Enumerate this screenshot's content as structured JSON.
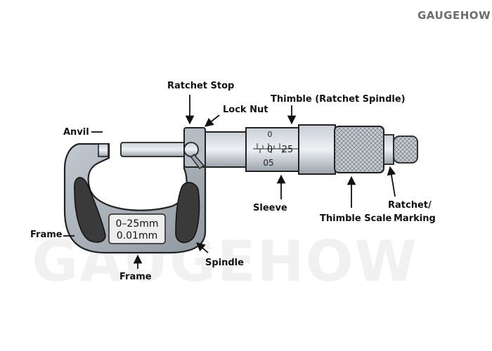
{
  "brand": "GAUGEHOW",
  "watermark": "GAUGEHOW",
  "labels": {
    "ratchet_stop": "Ratchet Stop",
    "lock_nut": "Lock Nut",
    "thimble": "Thimble (Ratchet Spindle)",
    "anvil": "Anvil",
    "frame_left": "Frame",
    "frame_bottom": "Frame",
    "spindle": "Spindle",
    "sleeve": "Sleeve",
    "thimble_scale": "Thimble Scale",
    "ratchet_marking_line1": "Ratchet/",
    "ratchet_marking_line2": "Marking"
  },
  "frame_plate": {
    "range": "0–25mm",
    "resolution": "0.01mm"
  },
  "sleeve_scale": {
    "top": "0",
    "middle_left": "0",
    "middle_right": "25",
    "bottom": "05"
  },
  "colors": {
    "frame_metal": "#a9b0b8",
    "frame_grip": "#3a3a3a",
    "plate": "#eeeeee",
    "outline": "#222222"
  }
}
